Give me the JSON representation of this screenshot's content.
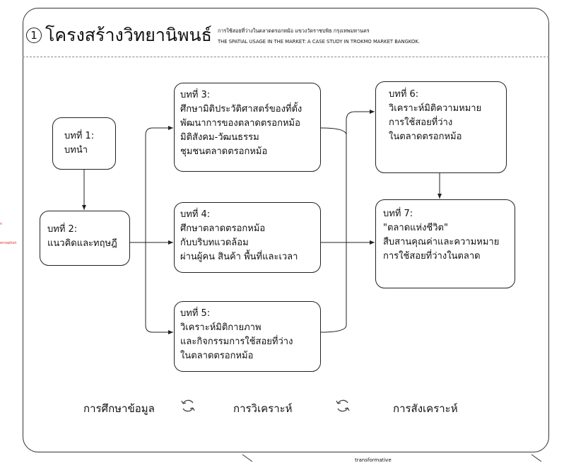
{
  "header": {
    "number": "1",
    "title": "โครงสร้างวิทยานิพนธ์",
    "subtitle_th": "การใช้สอยที่ว่างในตลาดตรอกหม้อ แขวงวัดราชบพิธ กรุงเทพมหานคร",
    "subtitle_en": "THE SPATIAL USAGE IN THE MARKET: A CASE STUDY IN TROKMO MARKET BANGKOK."
  },
  "chapters": {
    "ch1": {
      "lines": [
        "บทที่ 1:",
        "บทนำ"
      ]
    },
    "ch2": {
      "lines": [
        "บทที่ 2:",
        "แนวคิดและทฤษฎี"
      ]
    },
    "ch3": {
      "lines": [
        "บทที่ 3:",
        "ศึกษามิติประวัติศาสตร์ของที่ตั้ง",
        "พัฒนาการของตลาดตรอกหม้อ",
        "มิติสังคม-วัฒนธรรม",
        "ชุมชนตลาดตรอกหม้อ"
      ]
    },
    "ch4": {
      "lines": [
        "บทที่ 4:",
        "ศึกษาตลาดตรอกหม้อ",
        "กับบริบทแวดล้อม",
        "ผ่านผู้คน สินค้า พื้นที่และเวลา"
      ]
    },
    "ch5": {
      "lines": [
        "บทที่ 5:",
        "วิเคราะห์มิติกายภาพ",
        "และกิจกรรมการใช้สอยที่ว่าง",
        "ในตลาดตรอกหม้อ"
      ]
    },
    "ch6": {
      "lines": [
        "บทที่ 6:",
        "วิเคราะห์มิติความหมาย",
        "การใช้สอยที่ว่าง",
        "ในตลาดตรอกหม้อ"
      ]
    },
    "ch7": {
      "lines": [
        "บทที่ 7:",
        "\"ตลาดแห่งชีวิต\"",
        "สืบสานคุณค่าและความหมาย",
        "การใช้สอยที่ว่างในตลาด"
      ]
    }
  },
  "methods": {
    "study": "การศึกษาข้อมูล",
    "analysis": "การวิเคราะห์",
    "synthesis": "การสังเคราะห์",
    "cycle_icon": "refresh-cycle-icon"
  },
  "margin_notes": [
    "n",
    "erception"
  ],
  "footer_note": "transformative",
  "colors": {
    "line": "#222222",
    "note": "#d9342b"
  }
}
